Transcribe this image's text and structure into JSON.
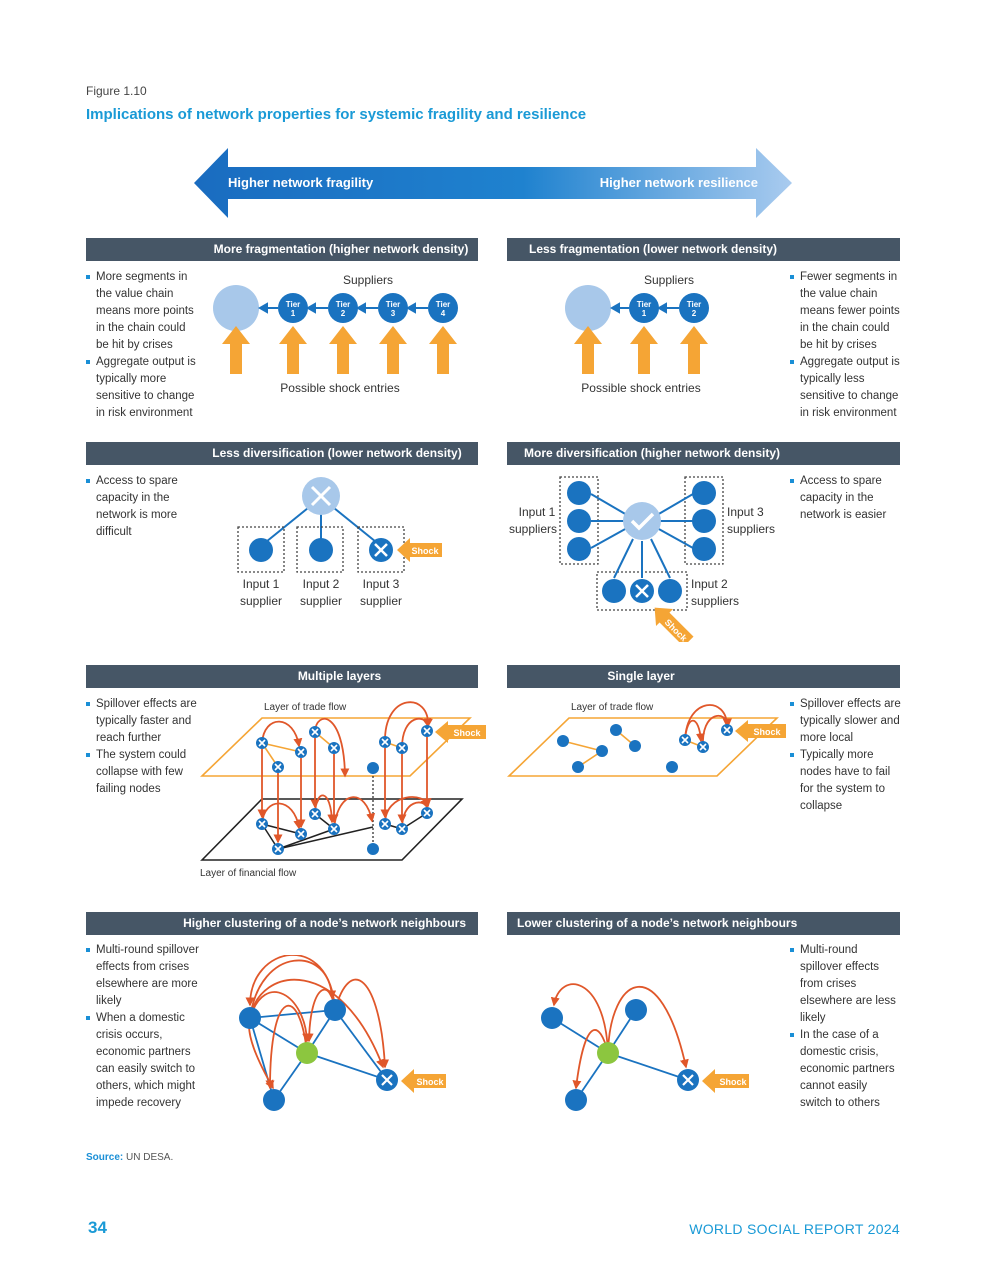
{
  "figure": {
    "label": "Figure 1.10",
    "title": "Implications of network properties for systemic fragility and resilience"
  },
  "arrow": {
    "left_label": "Higher network fragility",
    "right_label": "Higher network resilience"
  },
  "panels": {
    "more_fragmentation": {
      "title": "More fragmentation (higher network density)",
      "suppliers_label": "Suppliers",
      "shock_label": "Possible shock entries",
      "tiers": [
        "Tier 1",
        "Tier 2",
        "Tier 3",
        "Tier 4"
      ],
      "bullets": [
        "More segments in the value chain means more points in the chain could be hit by crises",
        "Aggregate output is typically more sensitive to change in risk environment"
      ]
    },
    "less_fragmentation": {
      "title": "Less fragmentation (lower network density)",
      "suppliers_label": "Suppliers",
      "shock_label": "Possible shock entries",
      "tiers": [
        "Tier 1",
        "Tier 2"
      ],
      "bullets": [
        "Fewer segments in the value chain means fewer points in the chain could be hit by crises",
        "Aggregate output is typically less sensitive to change in risk environment"
      ]
    },
    "less_diversification": {
      "title": "Less diversification (lower network density)",
      "inputs": [
        "Input 1\nsupplier",
        "Input 2\nsupplier",
        "Input 3\nsupplier"
      ],
      "shock": "Shock",
      "bullets": [
        "Access to spare capacity in the network is more difficult"
      ]
    },
    "more_diversification": {
      "title": "More diversification (higher network density)",
      "input1": "Input 1 suppliers",
      "input2": "Input 2 suppliers",
      "input3": "Input 3 suppliers",
      "shock": "Shock",
      "bullets": [
        "Access to spare capacity in the network is easier"
      ]
    },
    "multiple_layers": {
      "title": "Multiple layers",
      "trade_layer": "Layer of trade flow",
      "financial_layer": "Layer of financial flow",
      "shock": "Shock",
      "bullets": [
        "Spillover effects are typically faster and reach further",
        "The system could collapse with few failing nodes"
      ]
    },
    "single_layer": {
      "title": "Single layer",
      "trade_layer": "Layer of trade flow",
      "shock": "Shock",
      "bullets": [
        "Spillover effects are typically slower and more local",
        "Typically more nodes have to fail for the system to collapse"
      ]
    },
    "higher_clustering": {
      "title": "Higher clustering of a node’s network neighbours",
      "shock": "Shock",
      "bullets": [
        "Multi-round spillover effects from crises elsewhere are more likely",
        "When a domestic crisis occurs, economic partners can easily switch to others, which might impede recovery"
      ]
    },
    "lower_clustering": {
      "title": "Lower clustering of a node’s network neighbours",
      "shock": "Shock",
      "bullets": [
        "Multi-round spillover effects from crises elsewhere are less likely",
        "In the case of a domestic crisis, economic partners cannot easily switch to others"
      ]
    }
  },
  "source": {
    "label": "Source:",
    "text": "UN DESA."
  },
  "footer": {
    "page_number": "34",
    "report_title": "WORLD SOCIAL REPORT 2024"
  },
  "colors": {
    "accent_blue": "#1a9ad6",
    "node_blue": "#1a73c0",
    "light_node": "#a8c8ea",
    "shock_orange": "#f5a535",
    "spill_red": "#e0572a",
    "bar_dark": "#465666"
  }
}
